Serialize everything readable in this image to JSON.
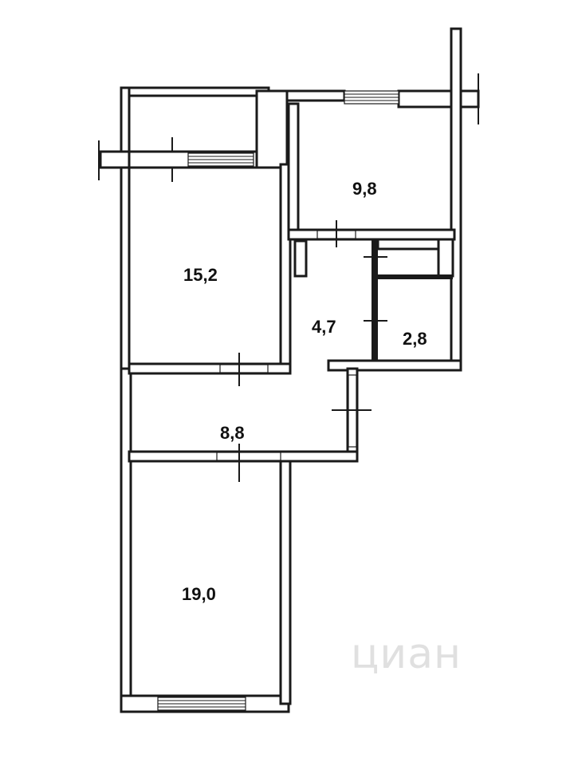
{
  "plan": {
    "rooms": [
      {
        "id": "room-15-2",
        "area": "15,2"
      },
      {
        "id": "room-9-8",
        "area": "9,8"
      },
      {
        "id": "room-4-7",
        "area": "4,7"
      },
      {
        "id": "room-2-8",
        "area": "2,8"
      },
      {
        "id": "room-8-8",
        "area": "8,8"
      },
      {
        "id": "room-19-0",
        "area": "19,0"
      }
    ]
  },
  "watermark": {
    "text": "циан",
    "color": "#c8c8c8"
  },
  "colors": {
    "wall": "#1a1a1a",
    "background": "#ffffff"
  }
}
